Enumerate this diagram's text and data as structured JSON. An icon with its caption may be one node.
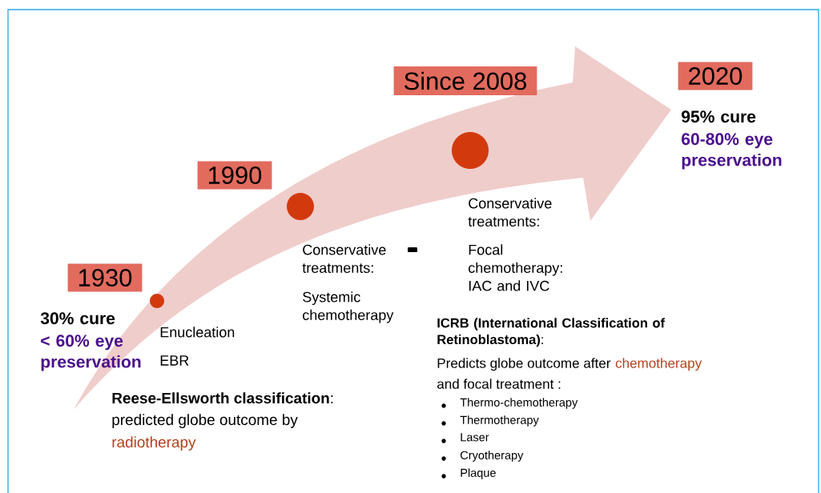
{
  "diagram": {
    "nodes": [
      {
        "text": [
          "1930"
        ],
        "beside": [
          "30% cure",
          "< 60% eye preservation"
        ]
      },
      {
        "text": [
          "1990"
        ]
      },
      {
        "text": [
          "Since 2008"
        ]
      },
      {
        "text": [
          "2020"
        ],
        "beside": [
          "95% cure",
          "60-80% eye preservation"
        ]
      },
      {
        "text": [],
        "shape": "circle"
      },
      {
        "text": [],
        "shape": "circle"
      },
      {
        "text": [],
        "shape": "circle"
      }
    ],
    "edges": [],
    "labels": [
      "Enucleation",
      "EBR",
      "Conservative treatments:",
      "Systemic chemotherapy",
      "Conservative treatments:",
      "Focal chemotherapy: IAC and IVC",
      "**Reese-Ellsworth classification**:",
      "predicted globe outcome by",
      "radiotherapy",
      "**ICRB (International  Classification of Retinoblastoma)**:",
      "Predicts globe outcome after",
      "chemotherapy",
      "and focal treatment :",
      "Thermo-chemotherapy",
      "Thermotherapy",
      "Laser",
      "Cryotherapy",
      "Plaque"
    ]
  }
}
